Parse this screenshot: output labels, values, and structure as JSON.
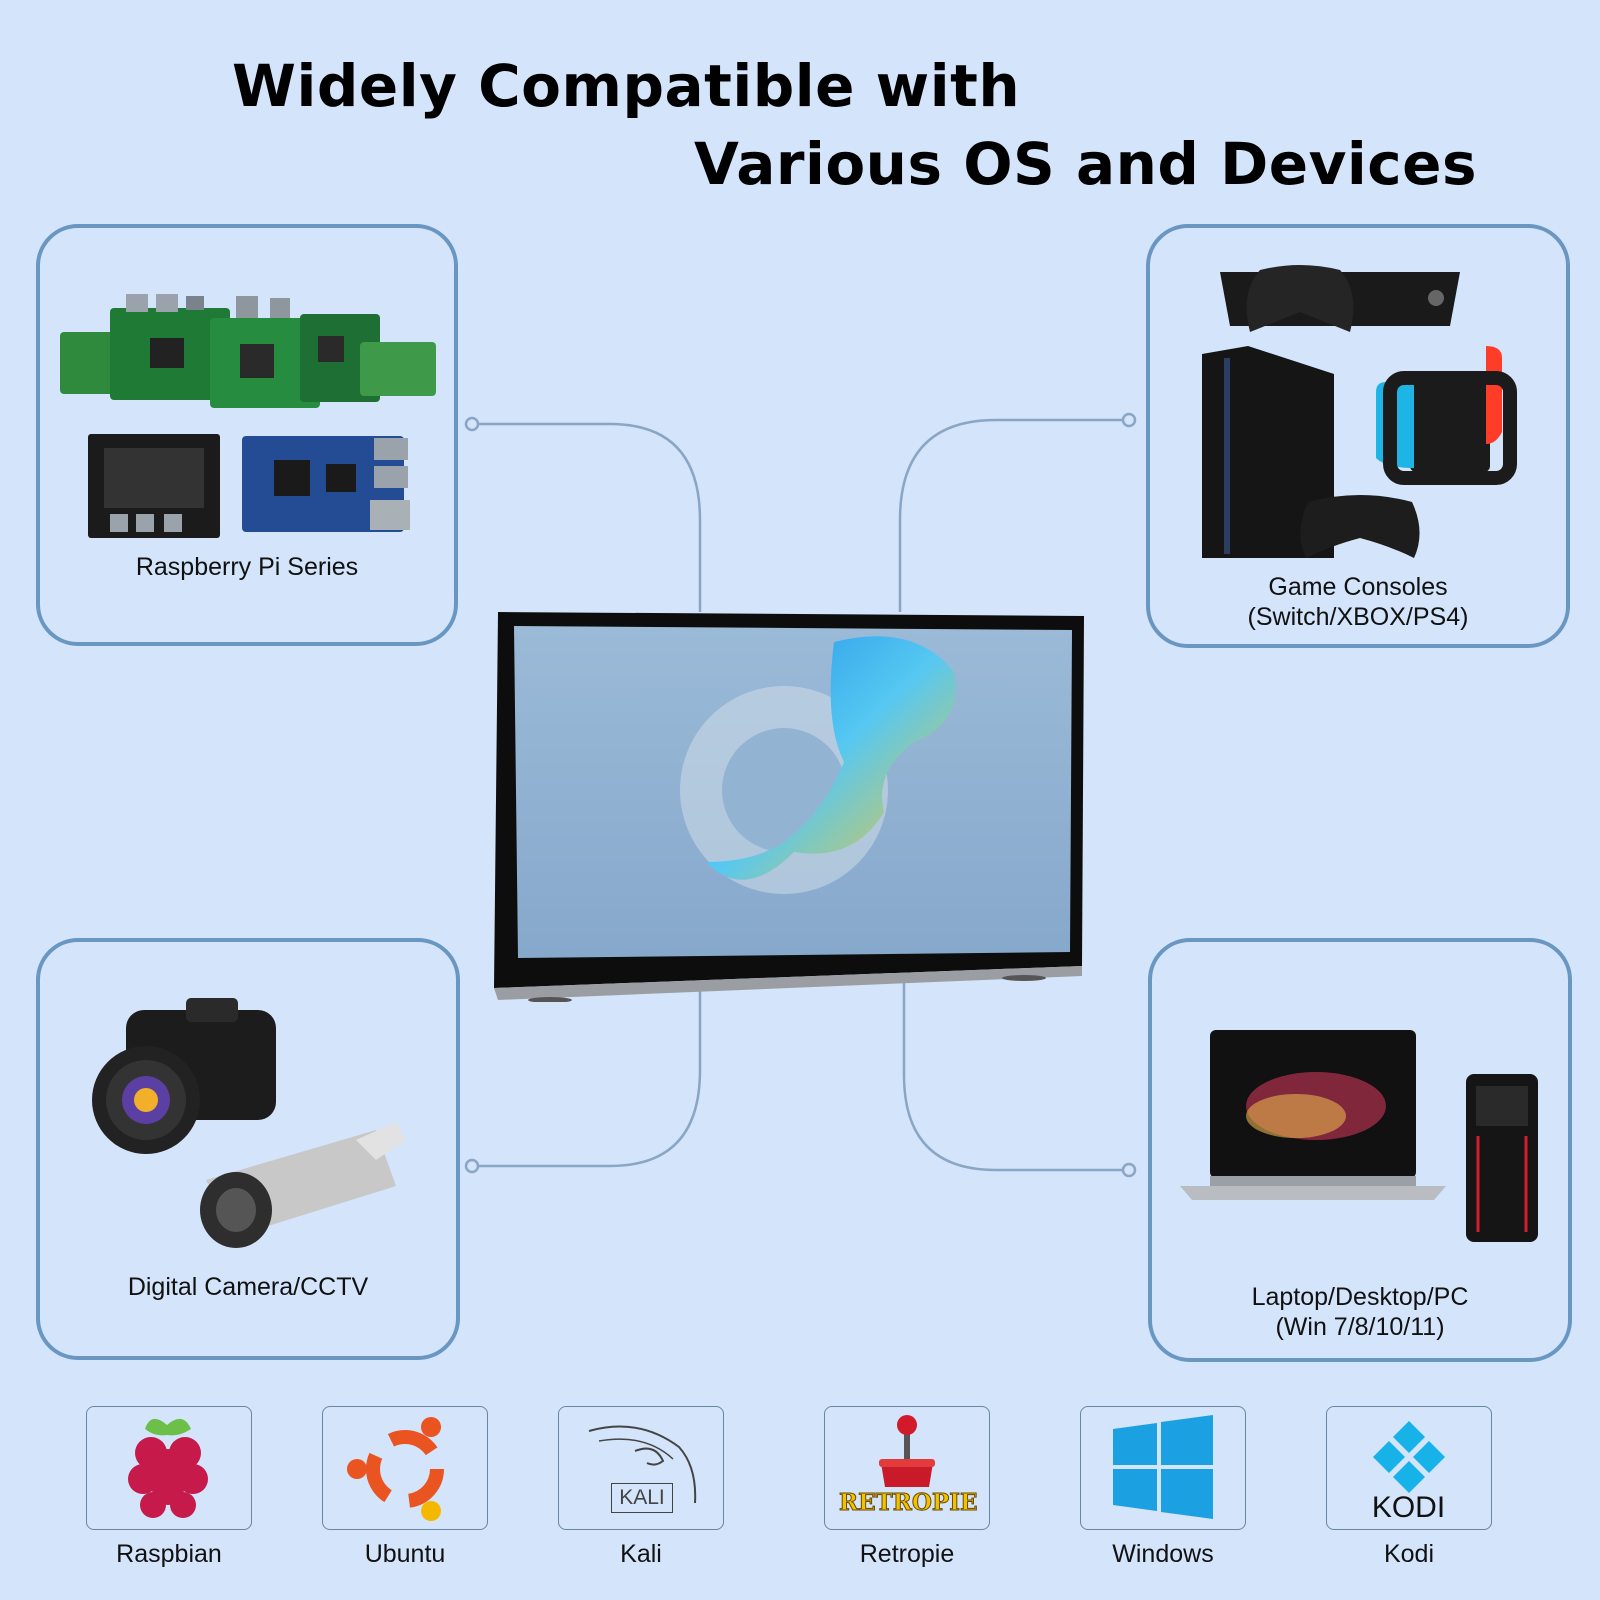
{
  "title": {
    "line1": "Widely Compatible with",
    "line2": "Various OS and Devices"
  },
  "cards": {
    "raspberry": {
      "label": "Raspberry Pi Series"
    },
    "consoles": {
      "label_line1": "Game Consoles",
      "label_line2": "(Switch/XBOX/PS4)"
    },
    "camera": {
      "label": "Digital Camera/CCTV"
    },
    "pc": {
      "label_line1": "Laptop/Desktop/PC",
      "label_line2": "(Win 7/8/10/11)"
    }
  },
  "os": [
    {
      "label": "Raspbian"
    },
    {
      "label": "Ubuntu"
    },
    {
      "label": "Kali",
      "logo_text": "KALI"
    },
    {
      "label": "Retropie",
      "logo_text": "RETROPIE"
    },
    {
      "label": "Windows"
    },
    {
      "label": "Kodi",
      "logo_text": "KODI"
    }
  ],
  "colors": {
    "background": "#d3e4fb",
    "card_border": "#6a97c2",
    "windows_blue": "#1ba1e2",
    "ubuntu_orange": "#e95420",
    "raspberry_red": "#c51a4a",
    "kodi_blue": "#17b2e7"
  }
}
